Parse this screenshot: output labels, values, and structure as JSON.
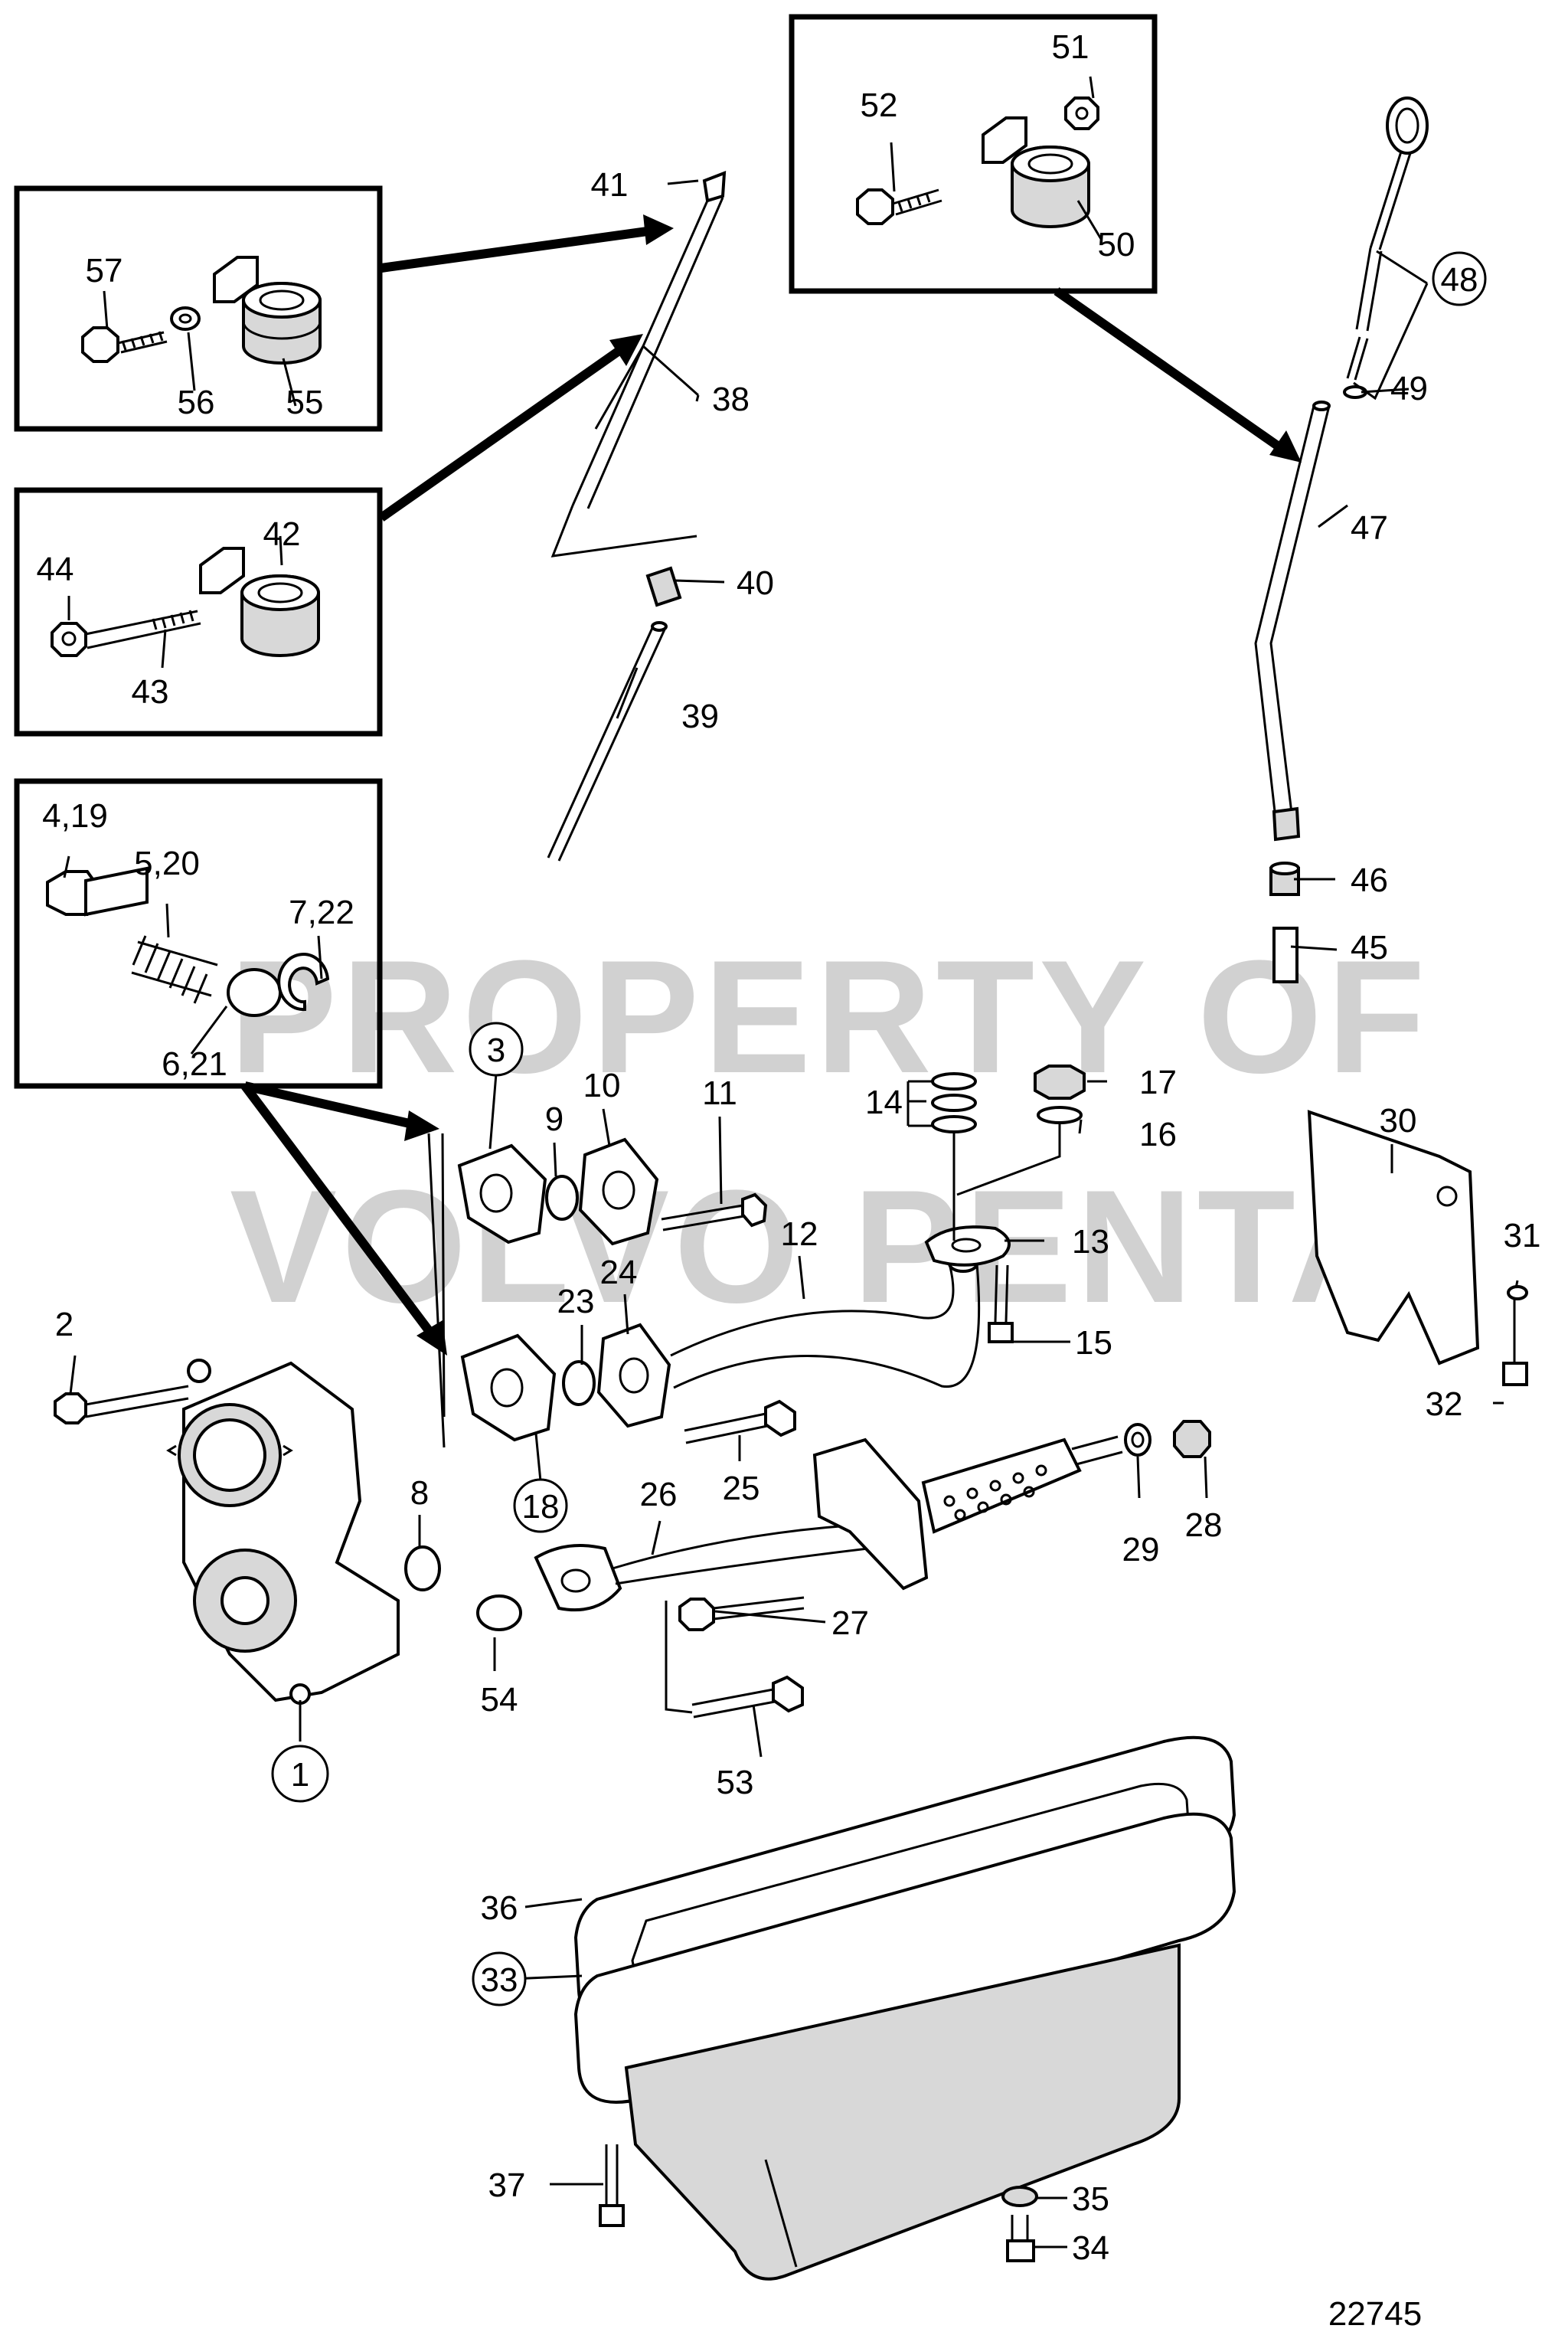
{
  "watermark": {
    "line1": "PROPERTY OF",
    "line2": "VOLVO PENTA"
  },
  "figure_number": "22745",
  "callouts": [
    {
      "id": "c1",
      "text": "1",
      "circled": true
    },
    {
      "id": "c2",
      "text": "2",
      "circled": false
    },
    {
      "id": "c3",
      "text": "3",
      "circled": true
    },
    {
      "id": "c4",
      "text": "4,19",
      "circled": false
    },
    {
      "id": "c5",
      "text": "5,20",
      "circled": false
    },
    {
      "id": "c6",
      "text": "6,21",
      "circled": false
    },
    {
      "id": "c7",
      "text": "7,22",
      "circled": false
    },
    {
      "id": "c8",
      "text": "8",
      "circled": false
    },
    {
      "id": "c9",
      "text": "9",
      "circled": false
    },
    {
      "id": "c10",
      "text": "10",
      "circled": false
    },
    {
      "id": "c11",
      "text": "11",
      "circled": false
    },
    {
      "id": "c12",
      "text": "12",
      "circled": false
    },
    {
      "id": "c13",
      "text": "13",
      "circled": false
    },
    {
      "id": "c14",
      "text": "14",
      "circled": false
    },
    {
      "id": "c15",
      "text": "15",
      "circled": false
    },
    {
      "id": "c16",
      "text": "16",
      "circled": false
    },
    {
      "id": "c17",
      "text": "17",
      "circled": false
    },
    {
      "id": "c18",
      "text": "18",
      "circled": true
    },
    {
      "id": "c23",
      "text": "23",
      "circled": false
    },
    {
      "id": "c24",
      "text": "24",
      "circled": false
    },
    {
      "id": "c25",
      "text": "25",
      "circled": false
    },
    {
      "id": "c26",
      "text": "26",
      "circled": false
    },
    {
      "id": "c27",
      "text": "27",
      "circled": false
    },
    {
      "id": "c28",
      "text": "28",
      "circled": false
    },
    {
      "id": "c29",
      "text": "29",
      "circled": false
    },
    {
      "id": "c30",
      "text": "30",
      "circled": false
    },
    {
      "id": "c31",
      "text": "31",
      "circled": false
    },
    {
      "id": "c32",
      "text": "32",
      "circled": false
    },
    {
      "id": "c33",
      "text": "33",
      "circled": true
    },
    {
      "id": "c34",
      "text": "34",
      "circled": false
    },
    {
      "id": "c35",
      "text": "35",
      "circled": false
    },
    {
      "id": "c36",
      "text": "36",
      "circled": false
    },
    {
      "id": "c37",
      "text": "37",
      "circled": false
    },
    {
      "id": "c38",
      "text": "38",
      "circled": false
    },
    {
      "id": "c39",
      "text": "39",
      "circled": false
    },
    {
      "id": "c40",
      "text": "40",
      "circled": false
    },
    {
      "id": "c41",
      "text": "41",
      "circled": false
    },
    {
      "id": "c42",
      "text": "42",
      "circled": false
    },
    {
      "id": "c43",
      "text": "43",
      "circled": false
    },
    {
      "id": "c44",
      "text": "44",
      "circled": false
    },
    {
      "id": "c45",
      "text": "45",
      "circled": false
    },
    {
      "id": "c46",
      "text": "46",
      "circled": false
    },
    {
      "id": "c47",
      "text": "47",
      "circled": false
    },
    {
      "id": "c48",
      "text": "48",
      "circled": true
    },
    {
      "id": "c49",
      "text": "49",
      "circled": false
    },
    {
      "id": "c50",
      "text": "50",
      "circled": false
    },
    {
      "id": "c51",
      "text": "51",
      "circled": false
    },
    {
      "id": "c52",
      "text": "52",
      "circled": false
    },
    {
      "id": "c53",
      "text": "53",
      "circled": false
    },
    {
      "id": "c54",
      "text": "54",
      "circled": false
    },
    {
      "id": "c55",
      "text": "55",
      "circled": false
    },
    {
      "id": "c56",
      "text": "56",
      "circled": false
    },
    {
      "id": "c57",
      "text": "57",
      "circled": false
    }
  ]
}
